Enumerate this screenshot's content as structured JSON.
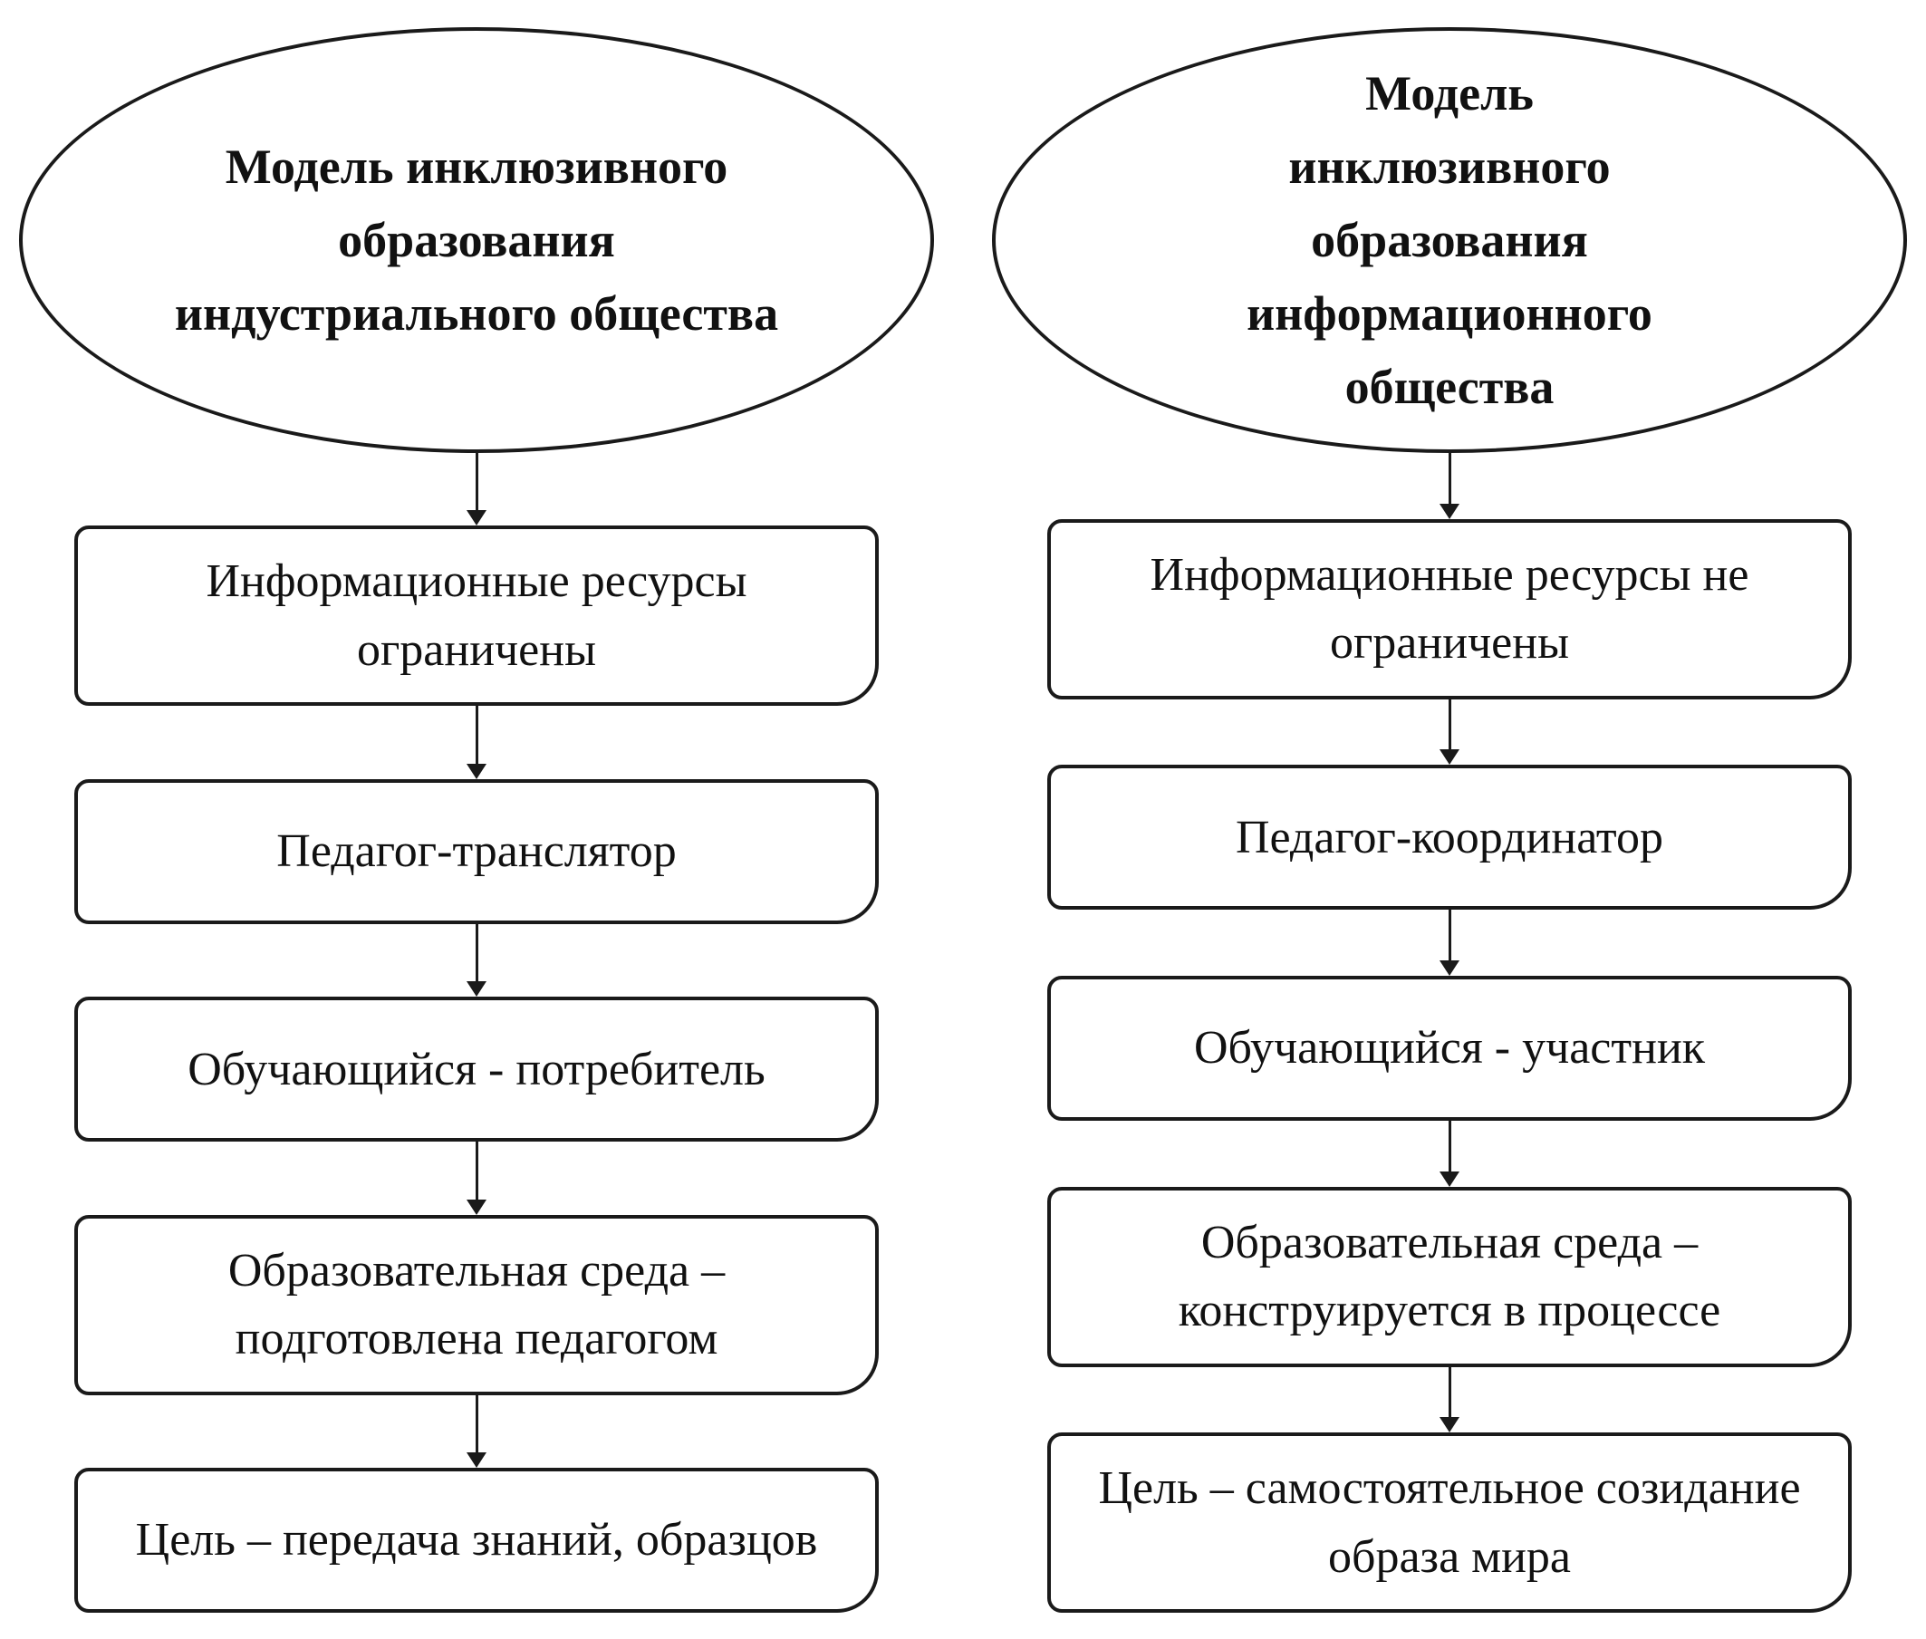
{
  "colors": {
    "ink": "#1a1a1a",
    "background": "#ffffff"
  },
  "diagram": {
    "type": "flowchart-comparison",
    "columns": [
      {
        "title": "Модель инклюзивного образования индустриального общества",
        "steps": [
          "Информационные ресурсы ограничены",
          "Педагог-транслятор",
          "Обучающийся - потребитель",
          "Образовательная среда – подготовлена педагогом",
          "Цель – передача знаний, образцов"
        ]
      },
      {
        "title": "Модель инклюзивного образования информационного общества",
        "steps": [
          "Информационные ресурсы не ограничены",
          "Педагог-координатор",
          "Обучающийся - участник",
          "Образовательная среда – конструируется в процессе",
          "Цель  – самостоятельное созидание образа мира"
        ]
      }
    ]
  }
}
